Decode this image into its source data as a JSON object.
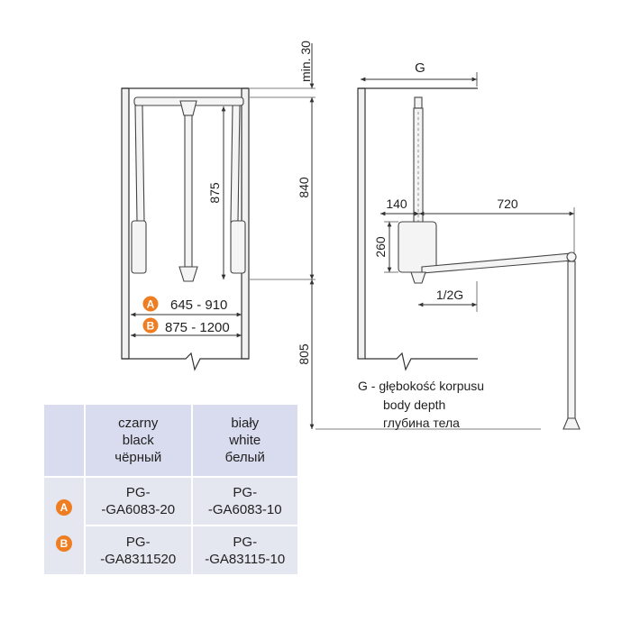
{
  "labels": {
    "min_gap": "min. 30",
    "rod_drop": "875",
    "lift_height": "840",
    "floor_height": "805",
    "body_depth_mark": "G",
    "basket_width": "140",
    "basket_height": "260",
    "extension": "720",
    "half_depth": "1/2G",
    "range_a": "645 - 910",
    "range_b": "875 - 1200",
    "badge_a": "A",
    "badge_b": "B"
  },
  "legend": {
    "line1": "G - głębokość korpusu",
    "line2": "body depth",
    "line3": "глубина тела"
  },
  "table": {
    "col_black": [
      "czarny",
      "black",
      "чёрный"
    ],
    "col_white": [
      "biały",
      "white",
      "белый"
    ],
    "row_a": {
      "badge": "A",
      "black": [
        "PG-",
        "-GA6083-20"
      ],
      "white": [
        "PG-",
        "-GA6083-10"
      ]
    },
    "row_b": {
      "badge": "B",
      "black": [
        "PG-",
        "-GA8311520"
      ],
      "white": [
        "PG-",
        "-GA83115-10"
      ]
    }
  },
  "colors": {
    "accent": "#ef7d22",
    "table_bg": "#e4e7f0",
    "line": "#333333"
  }
}
